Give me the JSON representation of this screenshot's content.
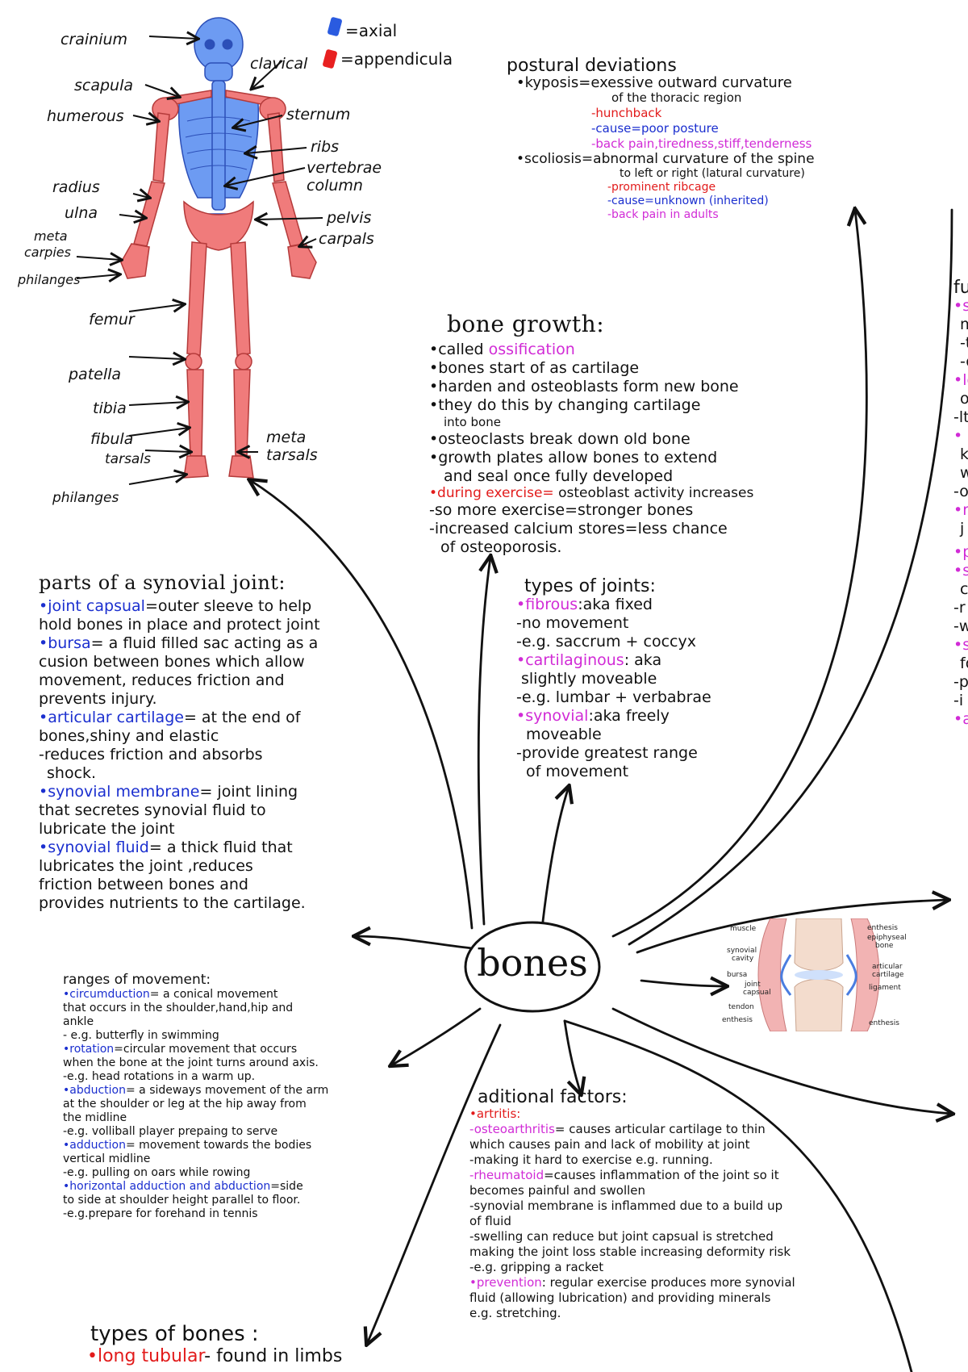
{
  "center": {
    "label": "bones"
  },
  "legend": {
    "axial": "=axial",
    "appendicular": "=appendicular",
    "axial_color": "#2a5be0",
    "appendicular_color": "#e82020"
  },
  "skeleton": {
    "bone_color_axial": "#6d9bf2",
    "bone_color_appendicular": "#f07b7b",
    "labels": {
      "cranium": "crainium",
      "clavical": "clavical",
      "scapula": "scapula",
      "humerus": "humerous",
      "sternum": "sternum",
      "ribs": "ribs",
      "vertebrae": "vertebrae",
      "column": "column",
      "radius": "radius",
      "ulna": "ulna",
      "pelvis": "pelvis",
      "carpals": "carpals",
      "metacarpals1": "meta",
      "metacarpals2": "carpies",
      "phalanges_hand": "philanges",
      "femur": "femur",
      "patella": "patella",
      "tibia": "tibia",
      "fibula": "fibula",
      "tarsals": "tarsals",
      "metatarsals1": "meta",
      "metatarsals2": "tarsals",
      "phalanges_foot": "philanges"
    }
  },
  "postural": {
    "title": "postural deviations",
    "kyphosis": "•kyposis=exessive outward curvature",
    "kyphosis2": "of the thoracic region",
    "k1": "-hunchback",
    "k2": "-cause=poor posture",
    "k3": "-back pain,tiredness,stiff,tenderness",
    "scoliosis": "•scoliosis=abnormal curvature of the spine",
    "scoliosis2": "to left or right (latural curvature)",
    "s1": "-prominent ribcage",
    "s2": "-cause=unknown (inherited)",
    "s3": "-back pain in adults"
  },
  "growth": {
    "title": "bone growth:",
    "l1a": "•called ",
    "l1b": "ossification",
    "l2": "•bones start of as cartilage",
    "l3": "•harden and osteoblasts form new bone",
    "l4": "•they do this by changing cartilage",
    "l4b": "into bone",
    "l5": "•osteoclasts break down old bone",
    "l6": "•growth plates allow bones to extend",
    "l6b": "and seal once fully developed",
    "l7a": "•during exercise=",
    "l7b": " osteoblast activity increases",
    "l8": "-so more exercise=stronger bones",
    "l9": "-increased calcium stores=less chance",
    "l9b": "of osteoporosis."
  },
  "synovial": {
    "title": "parts of a synovial joint:",
    "c1": "•joint capsual",
    "c1b": "=outer sleeve to help",
    "c1c": "hold bones in place and protect joint",
    "b1": "•bursa",
    "b1b": "= a fluid filled sac acting as a",
    "b1c": "cusion between bones which allow",
    "b1d": "movement, reduces friction and",
    "b1e": "prevents injury.",
    "a1": "•articular cartilage",
    "a1b": "= at the end of",
    "a1c": "bones,shiny and elastic",
    "a1d": "-reduces friction and absorbs",
    "a1e": "shock.",
    "m1": "•synovial membrane",
    "m1b": "= joint lining",
    "m1c": "that secretes synovial fluid to",
    "m1d": "lubricate the joint",
    "f1": "•synovial fluid",
    "f1b": "= a thick fluid that",
    "f1c": "lubricates the joint ,reduces",
    "f1d": "friction between bones and",
    "f1e": "provides nutrients to the cartilage."
  },
  "joints": {
    "title": "types of joints:",
    "f": "•fibrous",
    "fb": ":aka fixed",
    "f1": "-no movement",
    "f2": "-e.g. saccrum + coccyx",
    "c": "•cartilaginous",
    "cb": ": aka",
    "c1": "slightly moveable",
    "c2": "-e.g. lumbar + verbabrae",
    "s": "•synovial",
    "sb": ":aka freely",
    "s1": "moveable",
    "s2": "-provide greatest range",
    "s3": "of movement"
  },
  "ranges": {
    "title": "ranges of movement:",
    "r1": "•circumduction",
    "r1b": "= a conical movement",
    "r1c": "that occurs in the shoulder,hand,hip and",
    "r1d": "ankle",
    "r1e": "- e.g. butterfly in swimming",
    "r2": "•rotation",
    "r2b": "=circular movement that occurs",
    "r2c": "when the bone at the joint turns around axis.",
    "r2d": "-e.g. head rotations in a warm up.",
    "r3": "•abduction",
    "r3b": "= a sideways movement of the arm",
    "r3c": "at the shoulder or leg at the hip away from",
    "r3d": "the midline",
    "r3e": "-e.g. volliball player prepaing to serve",
    "r4": "•adduction",
    "r4b": "= movement towards the bodies",
    "r4c": "vertical midline",
    "r4d": "-e.g. pulling on oars while rowing",
    "r5": "•horizontal adduction and abduction",
    "r5b": "=side",
    "r5c": "to side at shoulder height parallel to floor.",
    "r5d": "-e.g.prepare for forehand in tennis"
  },
  "factors": {
    "title": "aditional factors:",
    "a": "•artritis:",
    "o": "-osteoarthritis",
    "ob": "= causes articular cartilage to thin",
    "oc": "which causes pain and lack of mobility at joint",
    "od": "-making it hard to exercise e.g. running.",
    "r": "-rheumatoid",
    "rb": "=causes inflammation of the joint so it",
    "rc": "becomes painful and swollen",
    "rd": "-synovial membrane is inflammed due to a build up",
    "re": "of fluid",
    "rf": "-swelling can reduce but joint capsual is stretched",
    "rg": "making the joint loss stable increasing deformity risk",
    "rh": "-e.g. gripping a racket",
    "p": "•prevention",
    "pb": ": regular exercise produces more synovial",
    "pc": "fluid (allowing lubrication) and providing minerals",
    "pd": "e.g. stretching."
  },
  "types_bones": {
    "title": "types of bones :",
    "l1": "•long tubular",
    "l1b": "- found in limbs"
  },
  "joint_diagram": {
    "labels": {
      "muscle": "muscle",
      "synovial_cavity1": "synovial",
      "synovial_cavity2": "cavity",
      "bursa": "bursa",
      "joint_capsual1": "joint",
      "joint_capsual2": "capsual",
      "tendon": "tendon",
      "enthesis_left": "enthesis",
      "enthesis_top": "enthesis",
      "epiphyseal1": "epiphyseal",
      "epiphyseal2": "bone",
      "articular1": "articular",
      "articular2": "cartilage",
      "ligament": "ligament",
      "enthesis_right": "enthesis"
    }
  },
  "right_edge": {
    "fu": "fu",
    "i1": "•si",
    "i2": "m",
    "i3": "-t",
    "i4": "-o",
    "i5": "•le",
    "i6": "ol",
    "i7": "-lt",
    "i8": "•",
    "i9": "k",
    "i10": "w",
    "i11": "-o",
    "i12": "•r",
    "i13": "j",
    "i14": "•p",
    "i15": "•so",
    "i16": "c",
    "i17": "-r",
    "i18": "-w",
    "i19": "•s",
    "i20": "fo",
    "i21": "-pl",
    "i22": "-i",
    "i23": "•a"
  }
}
